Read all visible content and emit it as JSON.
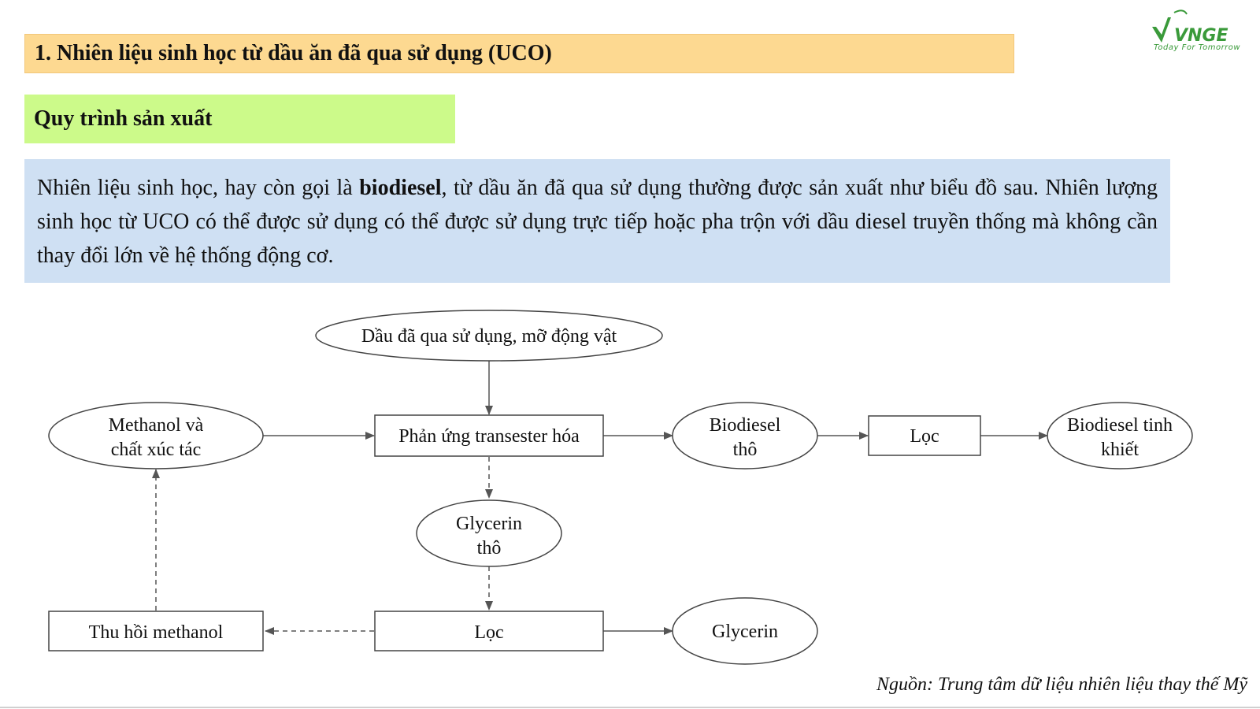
{
  "header": {
    "title": "1. Nhiên liệu sinh học từ dầu ăn đã qua sử dụng (UCO)"
  },
  "logo": {
    "brand": "VNGE",
    "tagline": "Today For Tomorrow",
    "color": "#3a9a3a"
  },
  "section": {
    "subtitle": "Quy trình sản xuất"
  },
  "description": {
    "part1": "Nhiên liệu sinh học, hay còn gọi là ",
    "bold": "biodiesel",
    "part2": ", từ dầu ăn đã qua sử dụng thường được sản xuất như biểu đồ sau. Nhiên lượng sinh học từ UCO có thể được sử dụng có thể được sử dụng trực tiếp hoặc pha trộn với dầu diesel truyền thống mà không cần thay đổi lớn về hệ thống động cơ."
  },
  "diagram": {
    "nodes": {
      "used_oil": "Dầu đã qua sử dụng, mỡ động vật",
      "methanol_line1": "Methanol và",
      "methanol_line2": "chất xúc tác",
      "transester": "Phản ứng transester hóa",
      "crude_biodiesel_line1": "Biodiesel",
      "crude_biodiesel_line2": "thô",
      "filter_top": "Lọc",
      "pure_biodiesel_line1": "Biodiesel tinh",
      "pure_biodiesel_line2": "khiết",
      "crude_glycerin_line1": "Glycerin",
      "crude_glycerin_line2": "thô",
      "methanol_recovery": "Thu hồi methanol",
      "filter_bottom": "Lọc",
      "glycerin": "Glycerin"
    }
  },
  "source": "Nguồn: Trung tâm dữ liệu nhiên liệu thay thế Mỹ"
}
